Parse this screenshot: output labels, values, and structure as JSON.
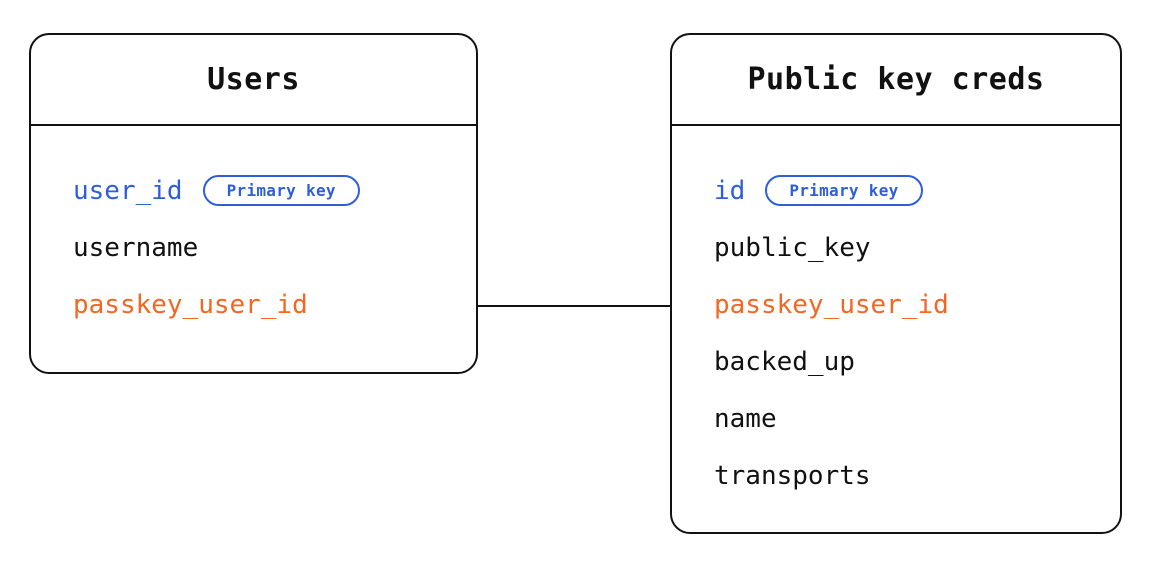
{
  "diagram": {
    "type": "entity-relationship-diagram",
    "background_color": "#ffffff",
    "colors": {
      "border": "#121212",
      "text": "#111111",
      "primary_key": "#2e5fd9",
      "foreign_key": "#f26722",
      "badge_border": "#2e5fd9"
    },
    "entities": [
      {
        "id": "users",
        "title": "Users",
        "fields": [
          {
            "name": "user_id",
            "role": "key",
            "badge": "Primary key"
          },
          {
            "name": "username",
            "role": "plain",
            "badge": null
          },
          {
            "name": "passkey_user_id",
            "role": "fk",
            "badge": null
          }
        ]
      },
      {
        "id": "public-key-creds",
        "title": "Public key creds",
        "fields": [
          {
            "name": "id",
            "role": "key",
            "badge": "Primary key"
          },
          {
            "name": "public_key",
            "role": "plain",
            "badge": null
          },
          {
            "name": "passkey_user_id",
            "role": "fk",
            "badge": null
          },
          {
            "name": "backed_up",
            "role": "plain",
            "badge": null
          },
          {
            "name": "name",
            "role": "plain",
            "badge": null
          },
          {
            "name": "transports",
            "role": "plain",
            "badge": null
          }
        ]
      }
    ],
    "relationships": [
      {
        "from_entity": "users",
        "from_field": "passkey_user_id",
        "to_entity": "public-key-creds",
        "to_field": "passkey_user_id"
      }
    ]
  }
}
